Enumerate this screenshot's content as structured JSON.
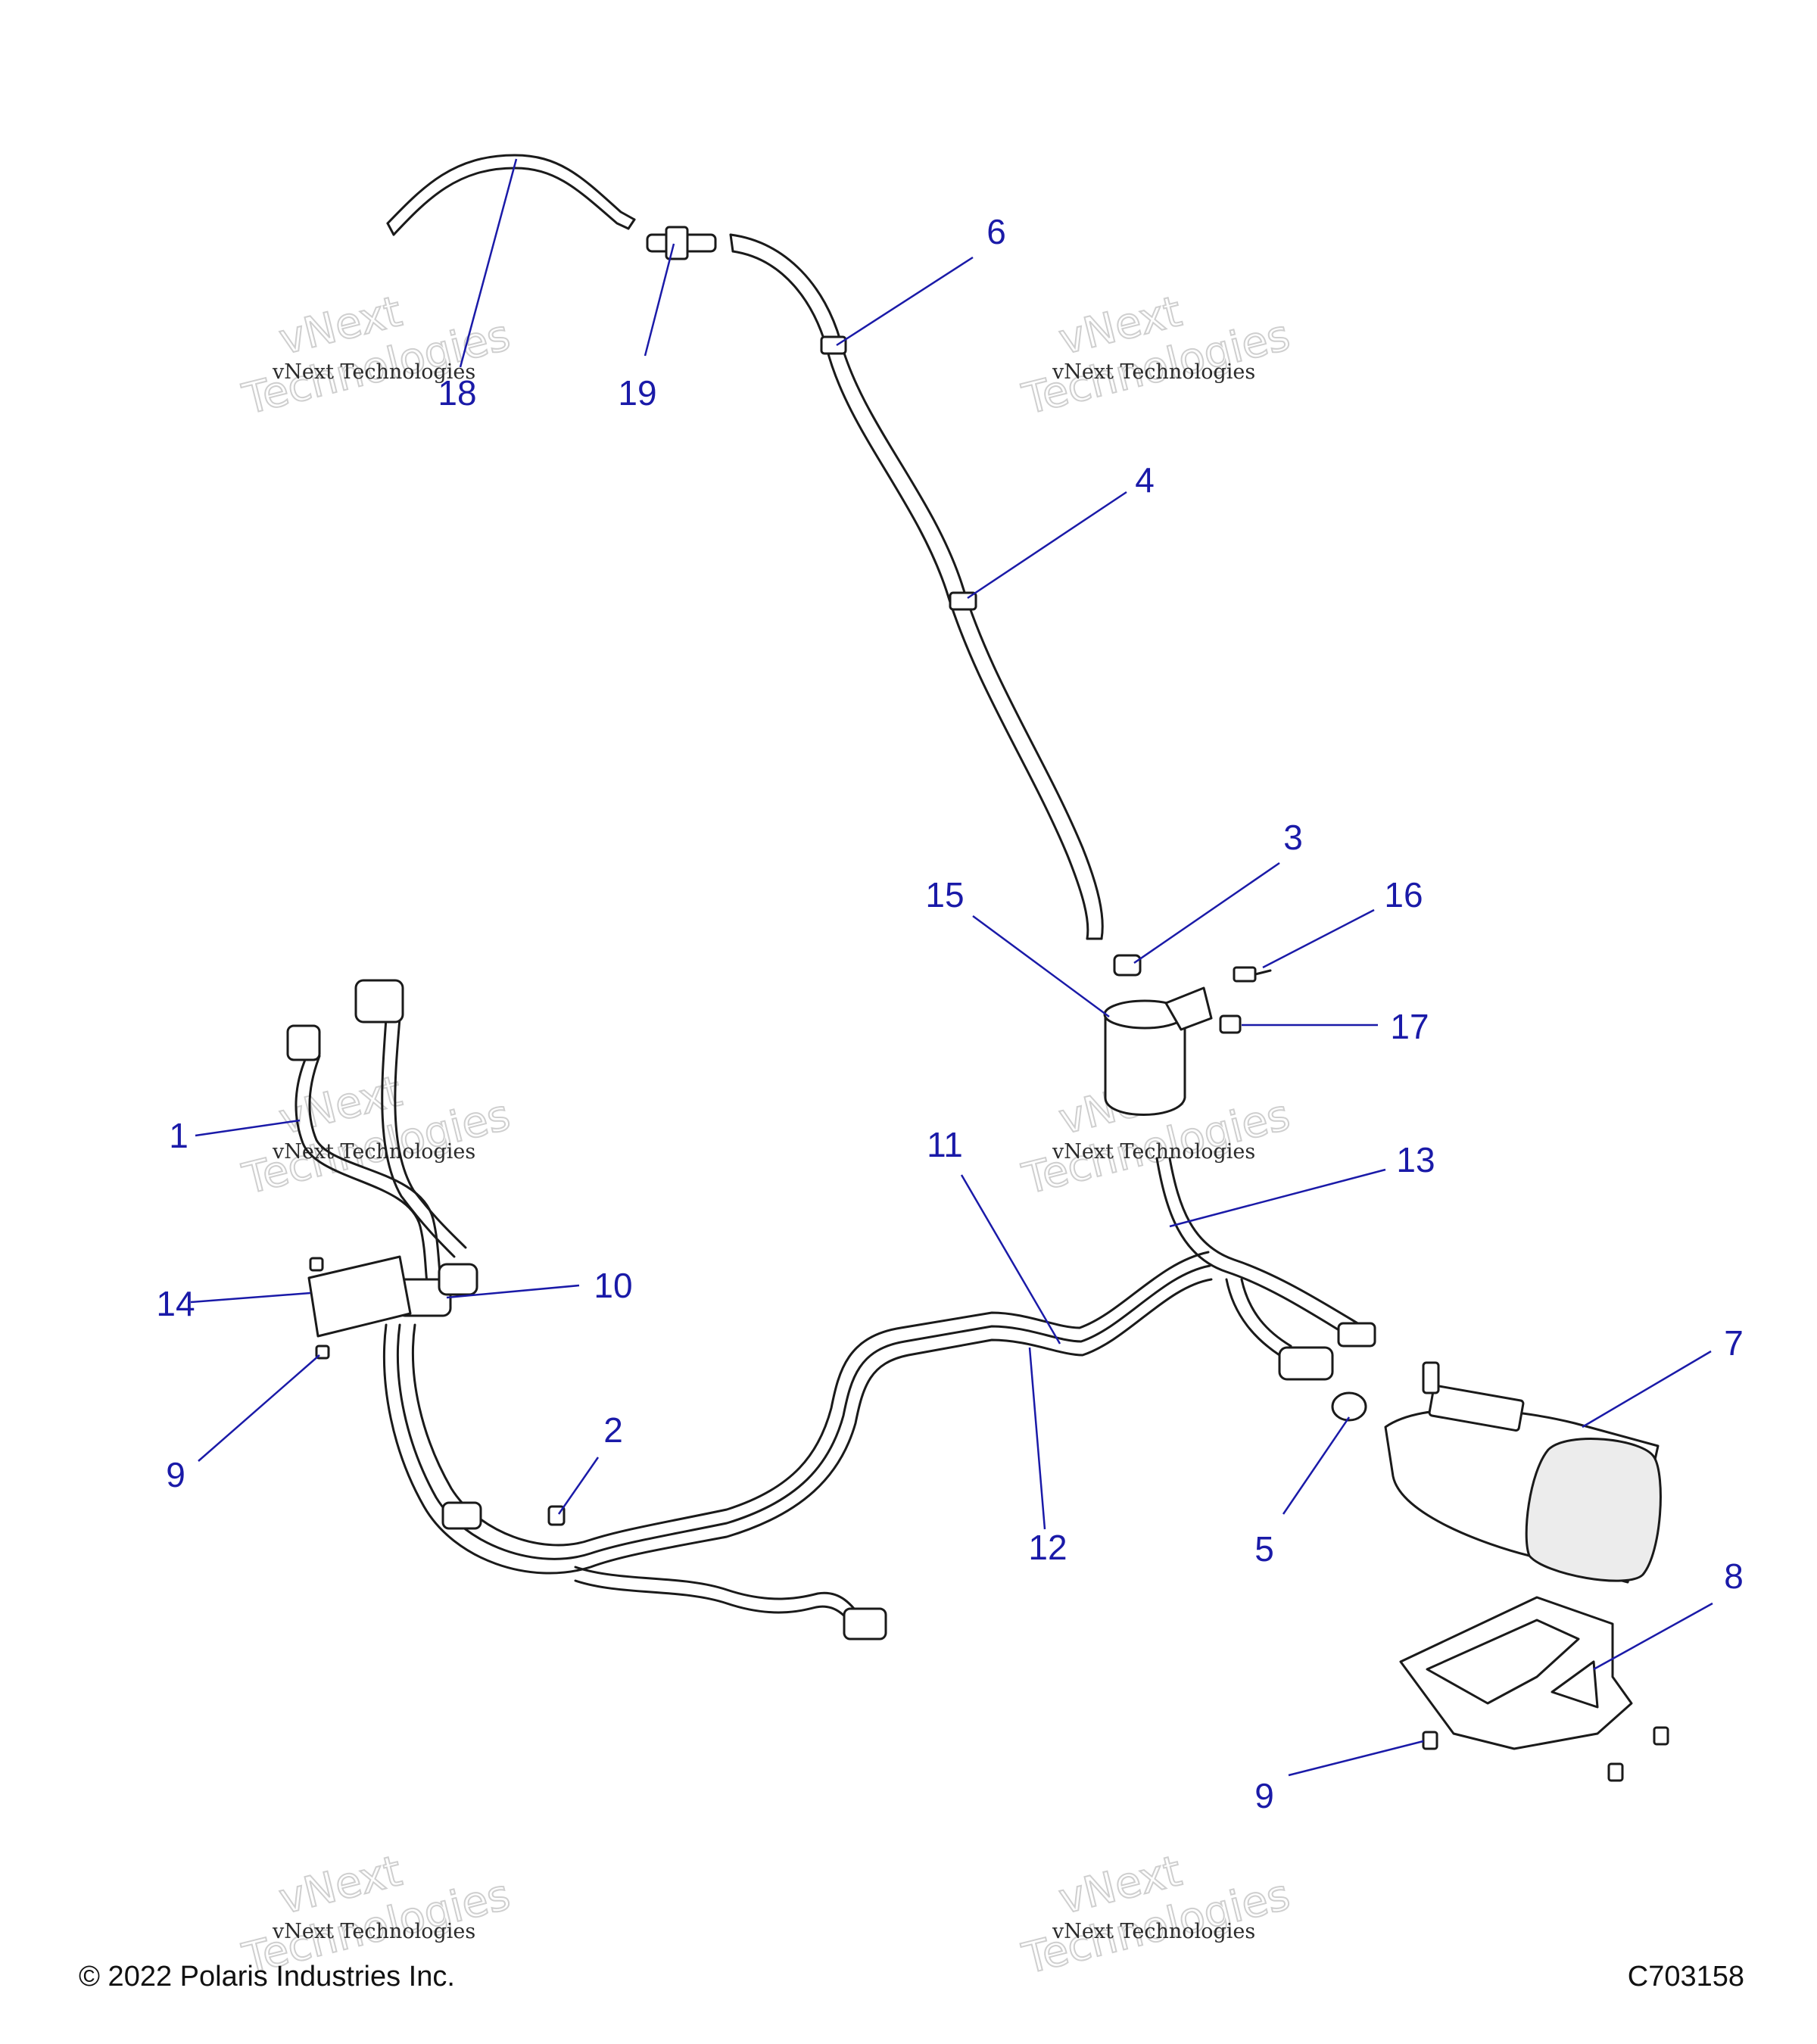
{
  "callouts": [
    "1",
    "2",
    "3",
    "4",
    "5",
    "6",
    "7",
    "8",
    "9",
    "10",
    "11",
    "12",
    "13",
    "14",
    "15",
    "16",
    "17",
    "18",
    "19"
  ],
  "watermark": {
    "line1": "vNext Technologies",
    "line2": "vNext",
    "line3": "Technologies"
  },
  "footer": {
    "copyright": "© 2022 Polaris Industries Inc.",
    "drawing_id": "C703158"
  },
  "colors": {
    "callout": "#1a1aa8",
    "line": "#1a1a1a"
  }
}
